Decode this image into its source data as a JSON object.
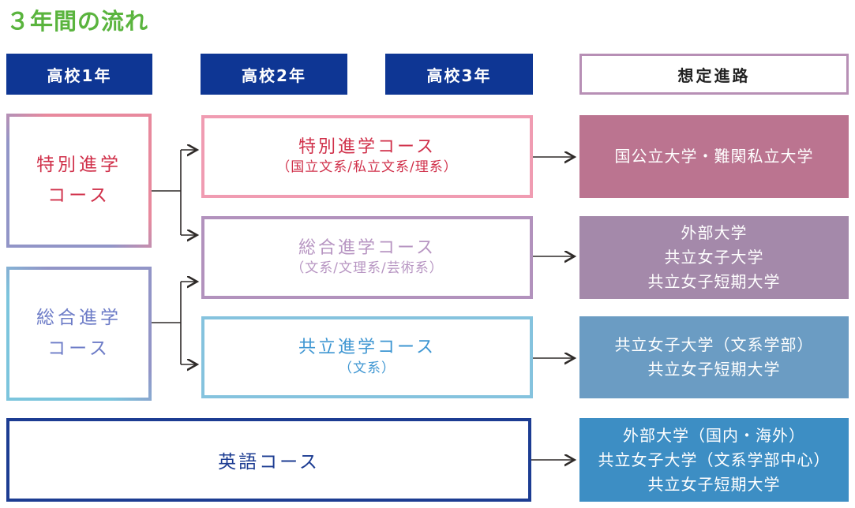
{
  "title": "３年間の流れ",
  "header": {
    "years": [
      "高校1年",
      "高校2年",
      "高校3年"
    ],
    "outcome_label": "想定進路"
  },
  "grade1_courses": {
    "tokubetsu": {
      "line1": "特別進学",
      "line2": "コース"
    },
    "sogo": {
      "line1": "総合進学",
      "line2": "コース"
    }
  },
  "grade23_courses": {
    "tokubetsu": {
      "title": "特別進学コース",
      "subtitle": "（国立文系/私立文系/理系）"
    },
    "sogo": {
      "title": "総合進学コース",
      "subtitle": "（文系/文理系/芸術系）"
    },
    "kyoritsu": {
      "title": "共立進学コース",
      "subtitle": "（文系）"
    }
  },
  "english_course": {
    "label": "英語コース"
  },
  "outcomes": {
    "tokubetsu": {
      "lines": [
        "国公立大学・難関私立大学"
      ]
    },
    "sogo": {
      "lines": [
        "外部大学",
        "共立女子大学",
        "共立女子短期大学"
      ]
    },
    "kyoritsu": {
      "lines": [
        "共立女子大学（文系学部）",
        "共立女子短期大学"
      ]
    },
    "english": {
      "lines": [
        "外部大学（国内・海外）",
        "共立女子大学（文系学部中心）",
        "共立女子短期大学"
      ]
    }
  },
  "colors": {
    "title_green": "#5ab43e",
    "header_navy": "#0e3694",
    "outcome_header_border": "#b78fb5",
    "tokubetsu_text_red": "#d0304a",
    "tokubetsu_border_pink": "#e8899d",
    "tokubetsu_mid_border_pink": "#f09cb2",
    "sogo_border_purple": "#9295c7",
    "sogo_text_periwinkle": "#6d7cc7",
    "sogo_mid_border_mauve": "#b292bd",
    "sogo_mid_text_mauve": "#b795c2",
    "kyoritsu_border_lightblue": "#85c3de",
    "kyoritsu_text_blue": "#3e96d2",
    "sogo_gradient_cyan": "#7cc5dd",
    "english_navy": "#1c3c92",
    "outcome_fill_tokubetsu": "#bb7490",
    "outcome_fill_sogo": "#a489aa",
    "outcome_fill_kyoritsu": "#6b9cc3",
    "outcome_fill_english": "#3d8ec4",
    "connector_black": "#2e2a28"
  }
}
